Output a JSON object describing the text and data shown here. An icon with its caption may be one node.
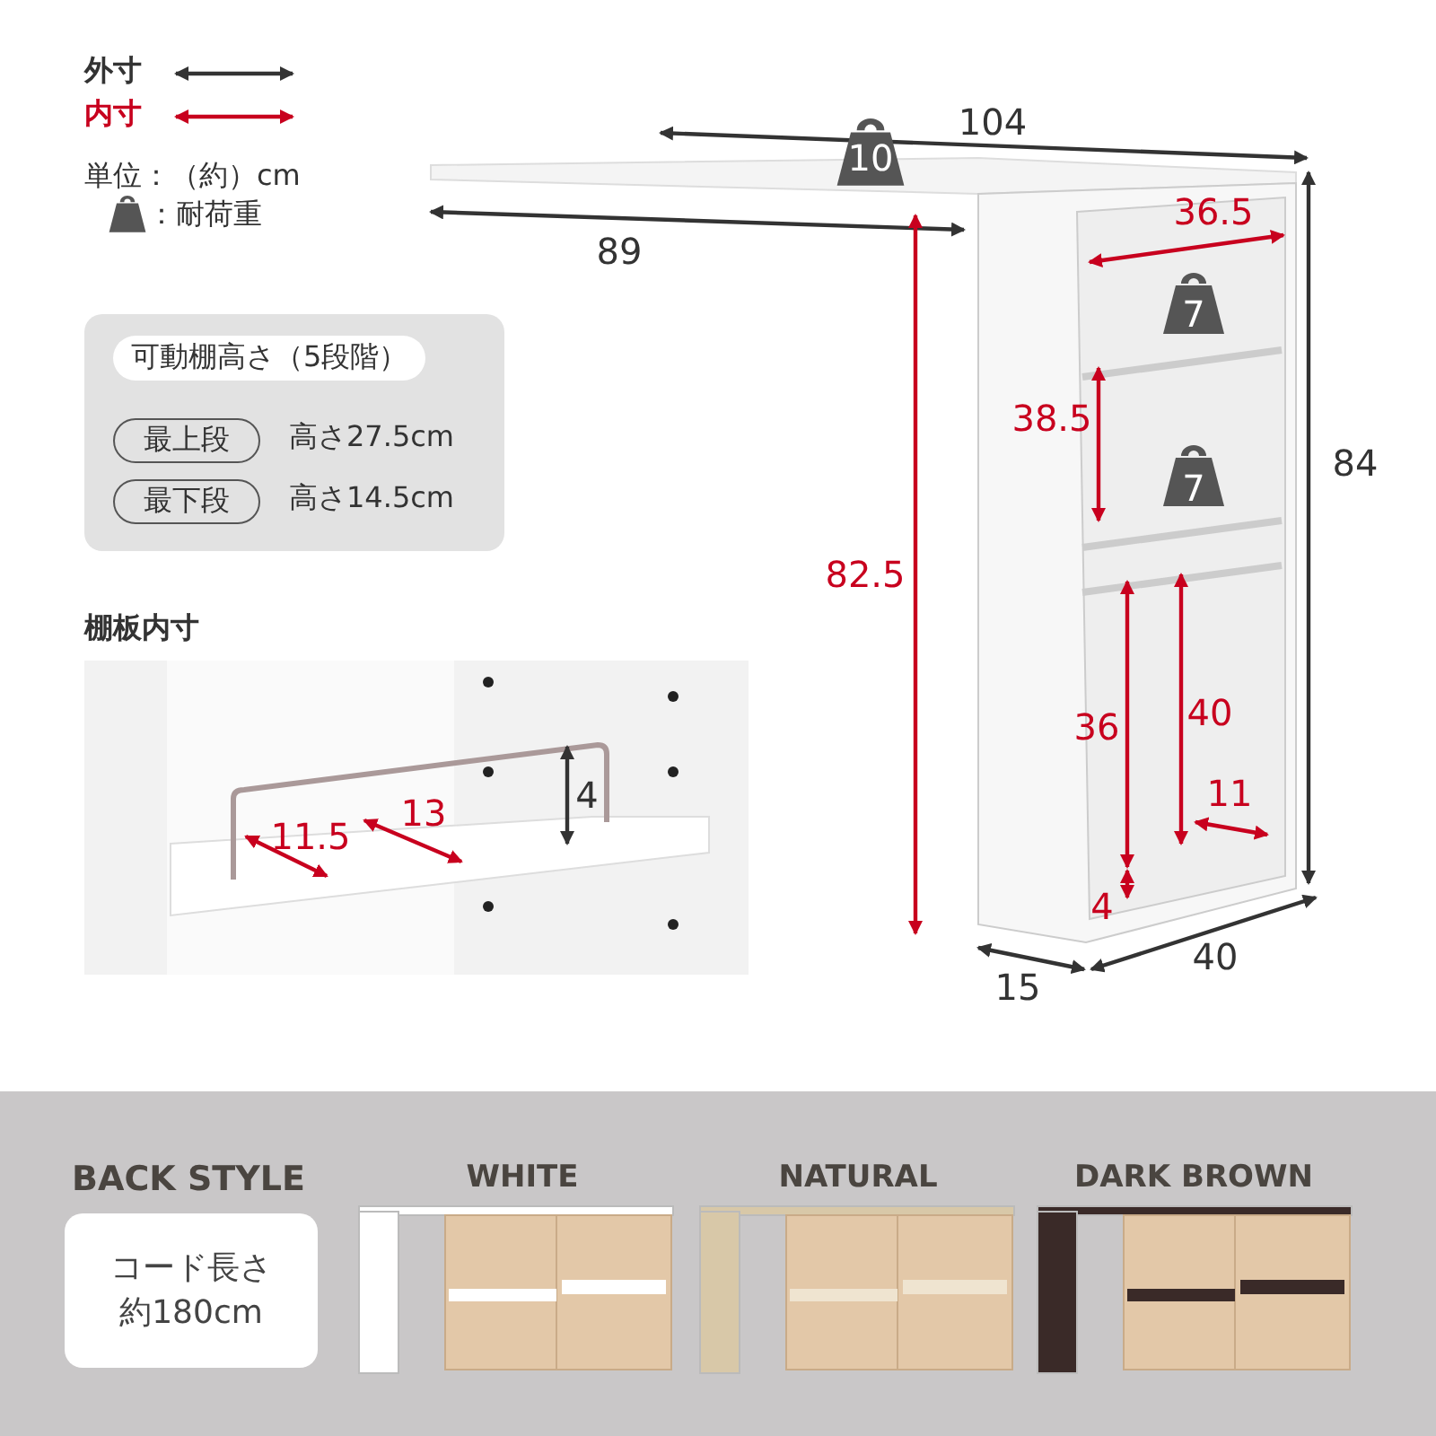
{
  "diagram": {
    "nodes": [
      {
        "text": [
          "可動棚高さ（5段階）"
        ]
      },
      {
        "text": [
          "最上段"
        ],
        "in": 0,
        "beside": [
          "高さ27.5cm"
        ]
      },
      {
        "text": [
          "最下段"
        ],
        "in": 0,
        "beside": [
          "高さ14.5cm"
        ]
      },
      {
        "text": [
          "コード長さ約180cm"
        ]
      }
    ],
    "edges": [],
    "labels": [
      "単位：（約）cm",
      "104",
      "10",
      "36.5",
      "89",
      "7",
      "38.5",
      "84",
      "7",
      "82.5",
      "36",
      "40",
      "11",
      "4",
      "15",
      "40",
      "棚板内寸",
      "11.5",
      "13",
      "4",
      "BACK STYLE",
      "WHITE",
      "NATURAL",
      "DARK BROWN"
    ],
    "legend": [
      {
        "text": "外寸"
      },
      {
        "text": "内寸"
      },
      {
        "text": "：耐荷重"
      }
    ]
  }
}
